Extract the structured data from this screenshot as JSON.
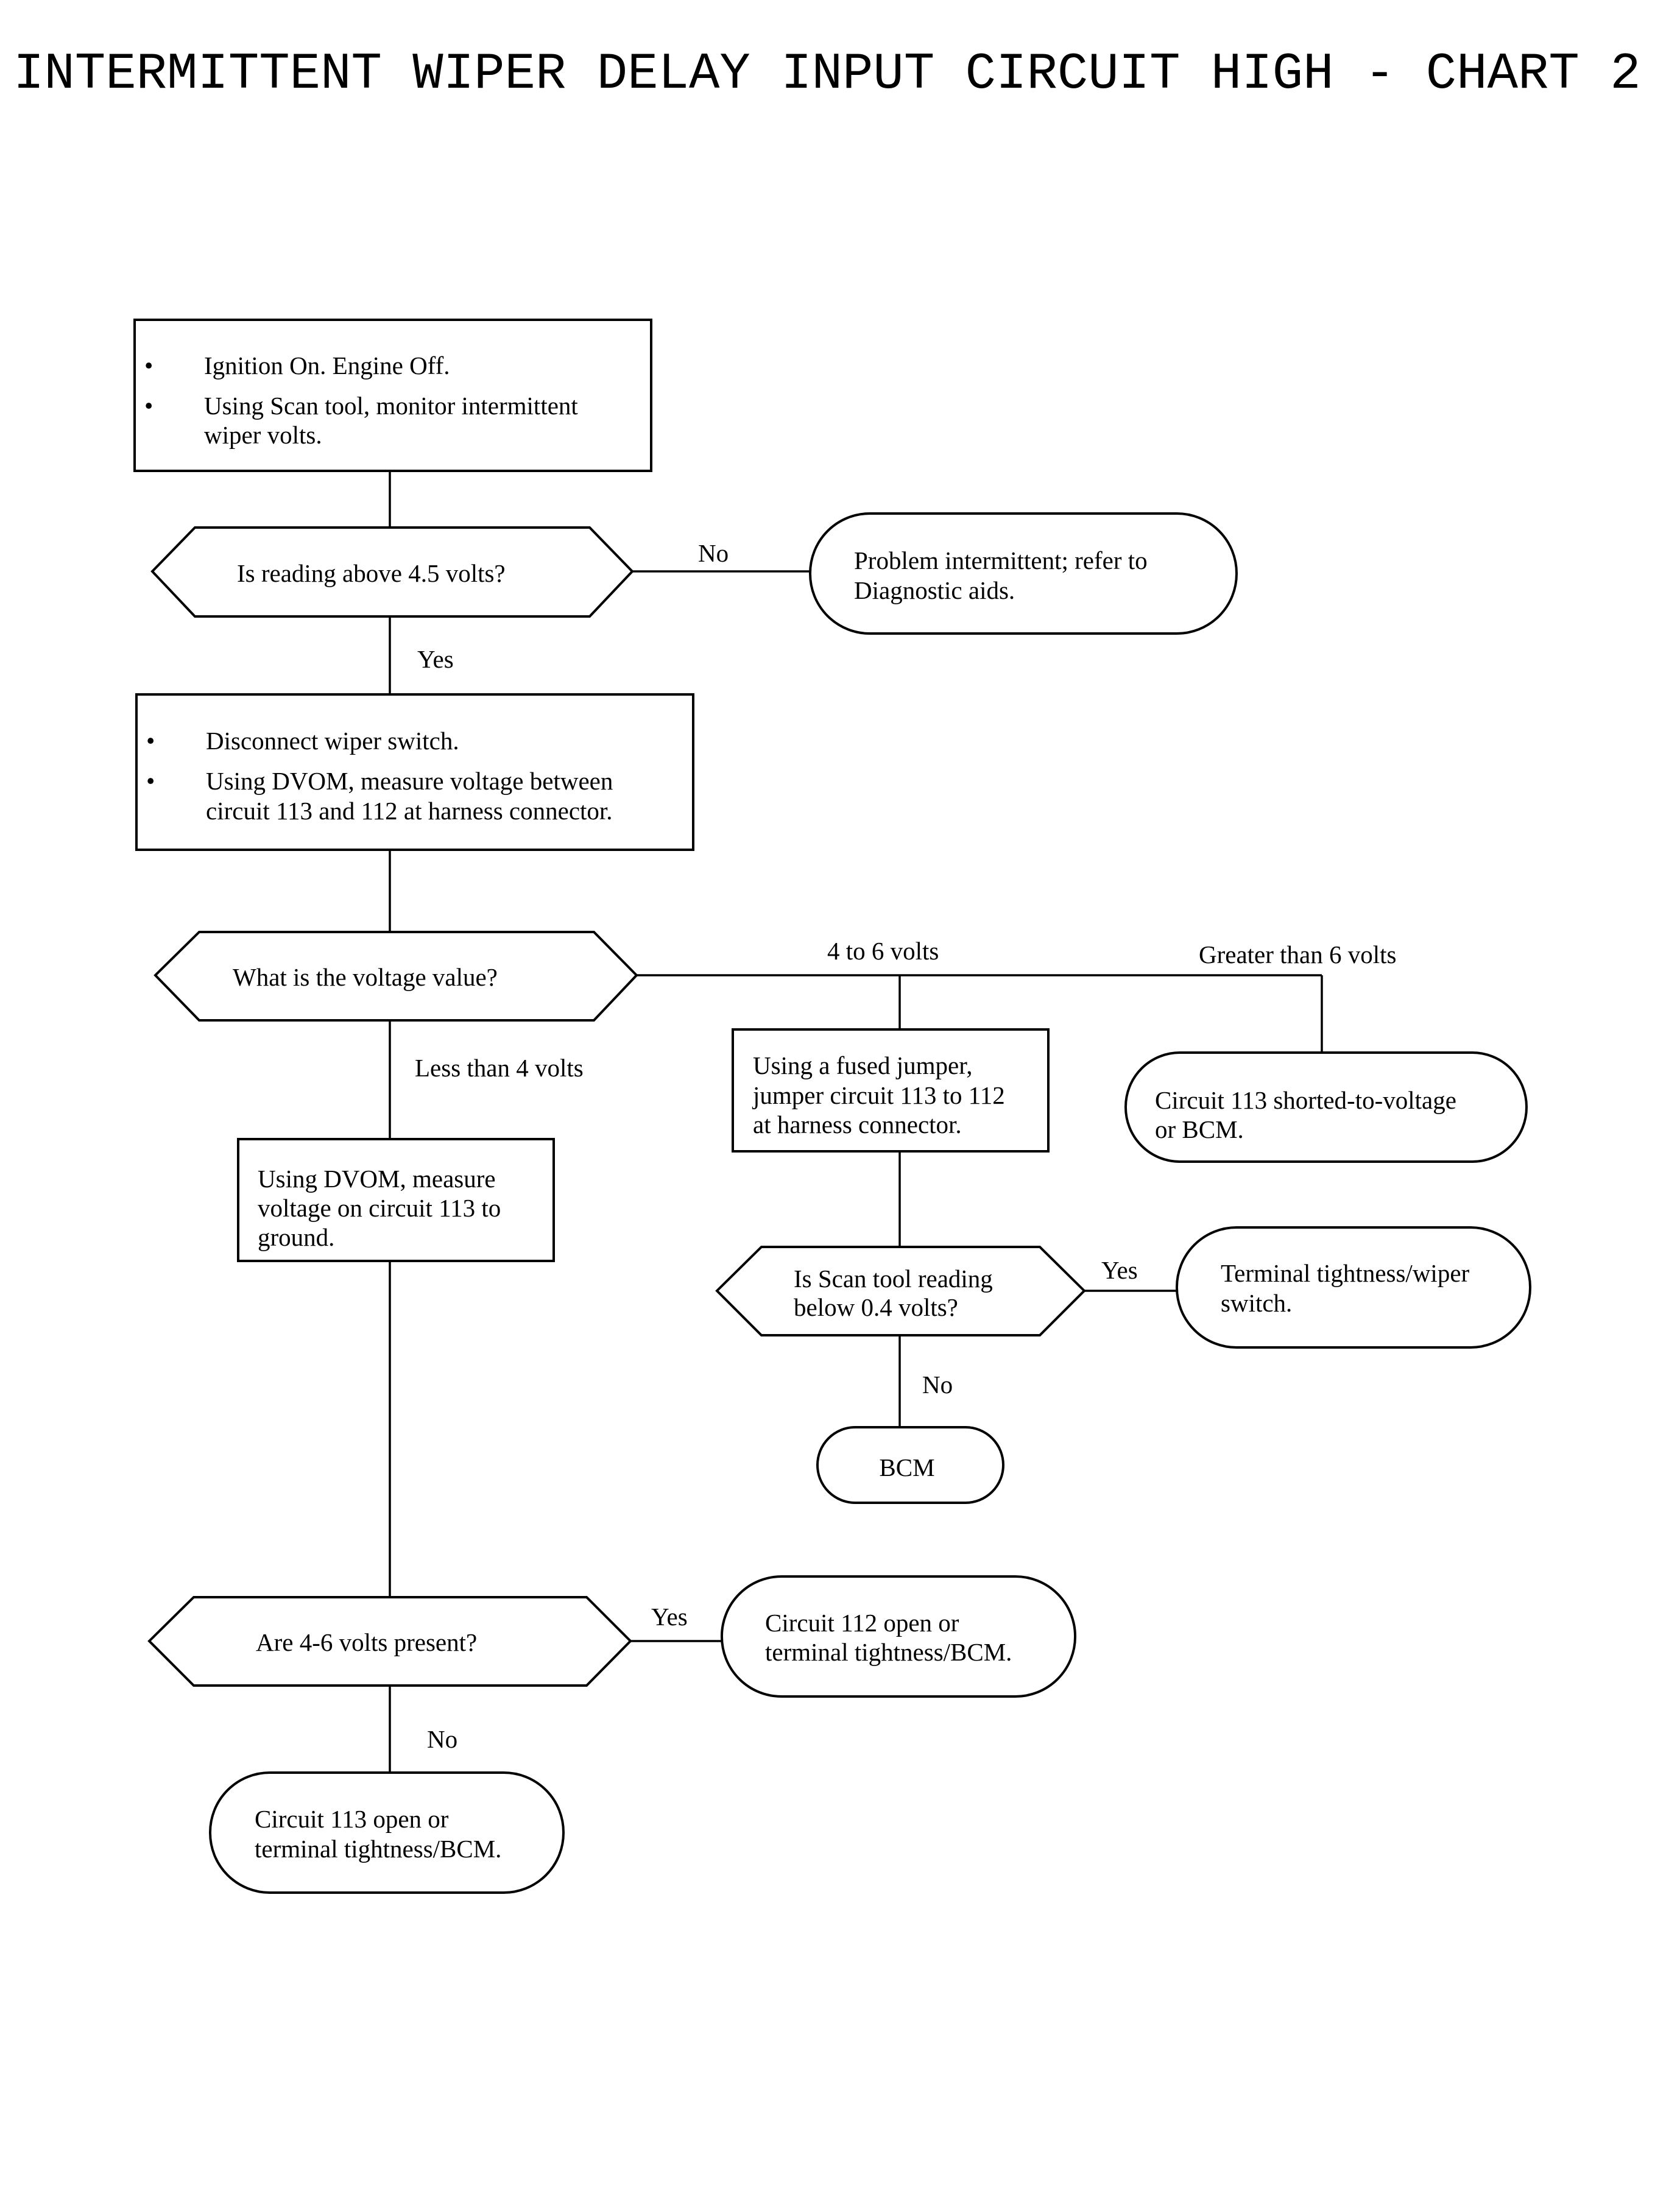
{
  "title": "INTERMITTENT WIPER DELAY INPUT CIRCUIT HIGH - CHART 2",
  "nodes": {
    "step1": {
      "bullets": [
        "•",
        "•"
      ],
      "lines": [
        "Ignition On. Engine Off.",
        "Using Scan tool, monitor intermittent",
        "wiper volts."
      ]
    },
    "q1": {
      "lines": [
        "Is reading above 4.5 volts?"
      ]
    },
    "r1": {
      "lines": [
        "Problem intermittent; refer to",
        "Diagnostic aids."
      ]
    },
    "step2": {
      "bullets": [
        "•",
        "•"
      ],
      "lines": [
        "Disconnect wiper switch.",
        "Using DVOM, measure voltage between",
        "circuit 113 and 112 at harness connector."
      ]
    },
    "q2": {
      "lines": [
        "What is the voltage value?"
      ]
    },
    "step3": {
      "lines": [
        "Using a fused jumper,",
        "jumper circuit 113 to 112",
        "at harness connector."
      ]
    },
    "r2": {
      "lines": [
        "Circuit 113 shorted-to-voltage",
        "or BCM."
      ]
    },
    "step4": {
      "lines": [
        "Using DVOM, measure",
        "voltage on circuit 113 to",
        "ground."
      ]
    },
    "q3": {
      "lines": [
        "Is Scan tool reading",
        "below 0.4 volts?"
      ]
    },
    "r3": {
      "lines": [
        "Terminal tightness/wiper",
        "switch."
      ]
    },
    "r4": {
      "lines": [
        "BCM"
      ]
    },
    "q4": {
      "lines": [
        "Are 4-6 volts present?"
      ]
    },
    "r5": {
      "lines": [
        "Circuit 112 open or",
        "terminal tightness/BCM."
      ]
    },
    "r6": {
      "lines": [
        "Circuit 113 open or",
        "terminal tightness/BCM."
      ]
    }
  },
  "edge_labels": {
    "q1_no": "No",
    "q1_yes": "Yes",
    "q2_4to6": "4 to 6 volts",
    "q2_gt6": "Greater than 6 volts",
    "q2_lt4": "Less than 4 volts",
    "q3_yes": "Yes",
    "q3_no": "No",
    "q4_yes": "Yes",
    "q4_no": "No"
  }
}
